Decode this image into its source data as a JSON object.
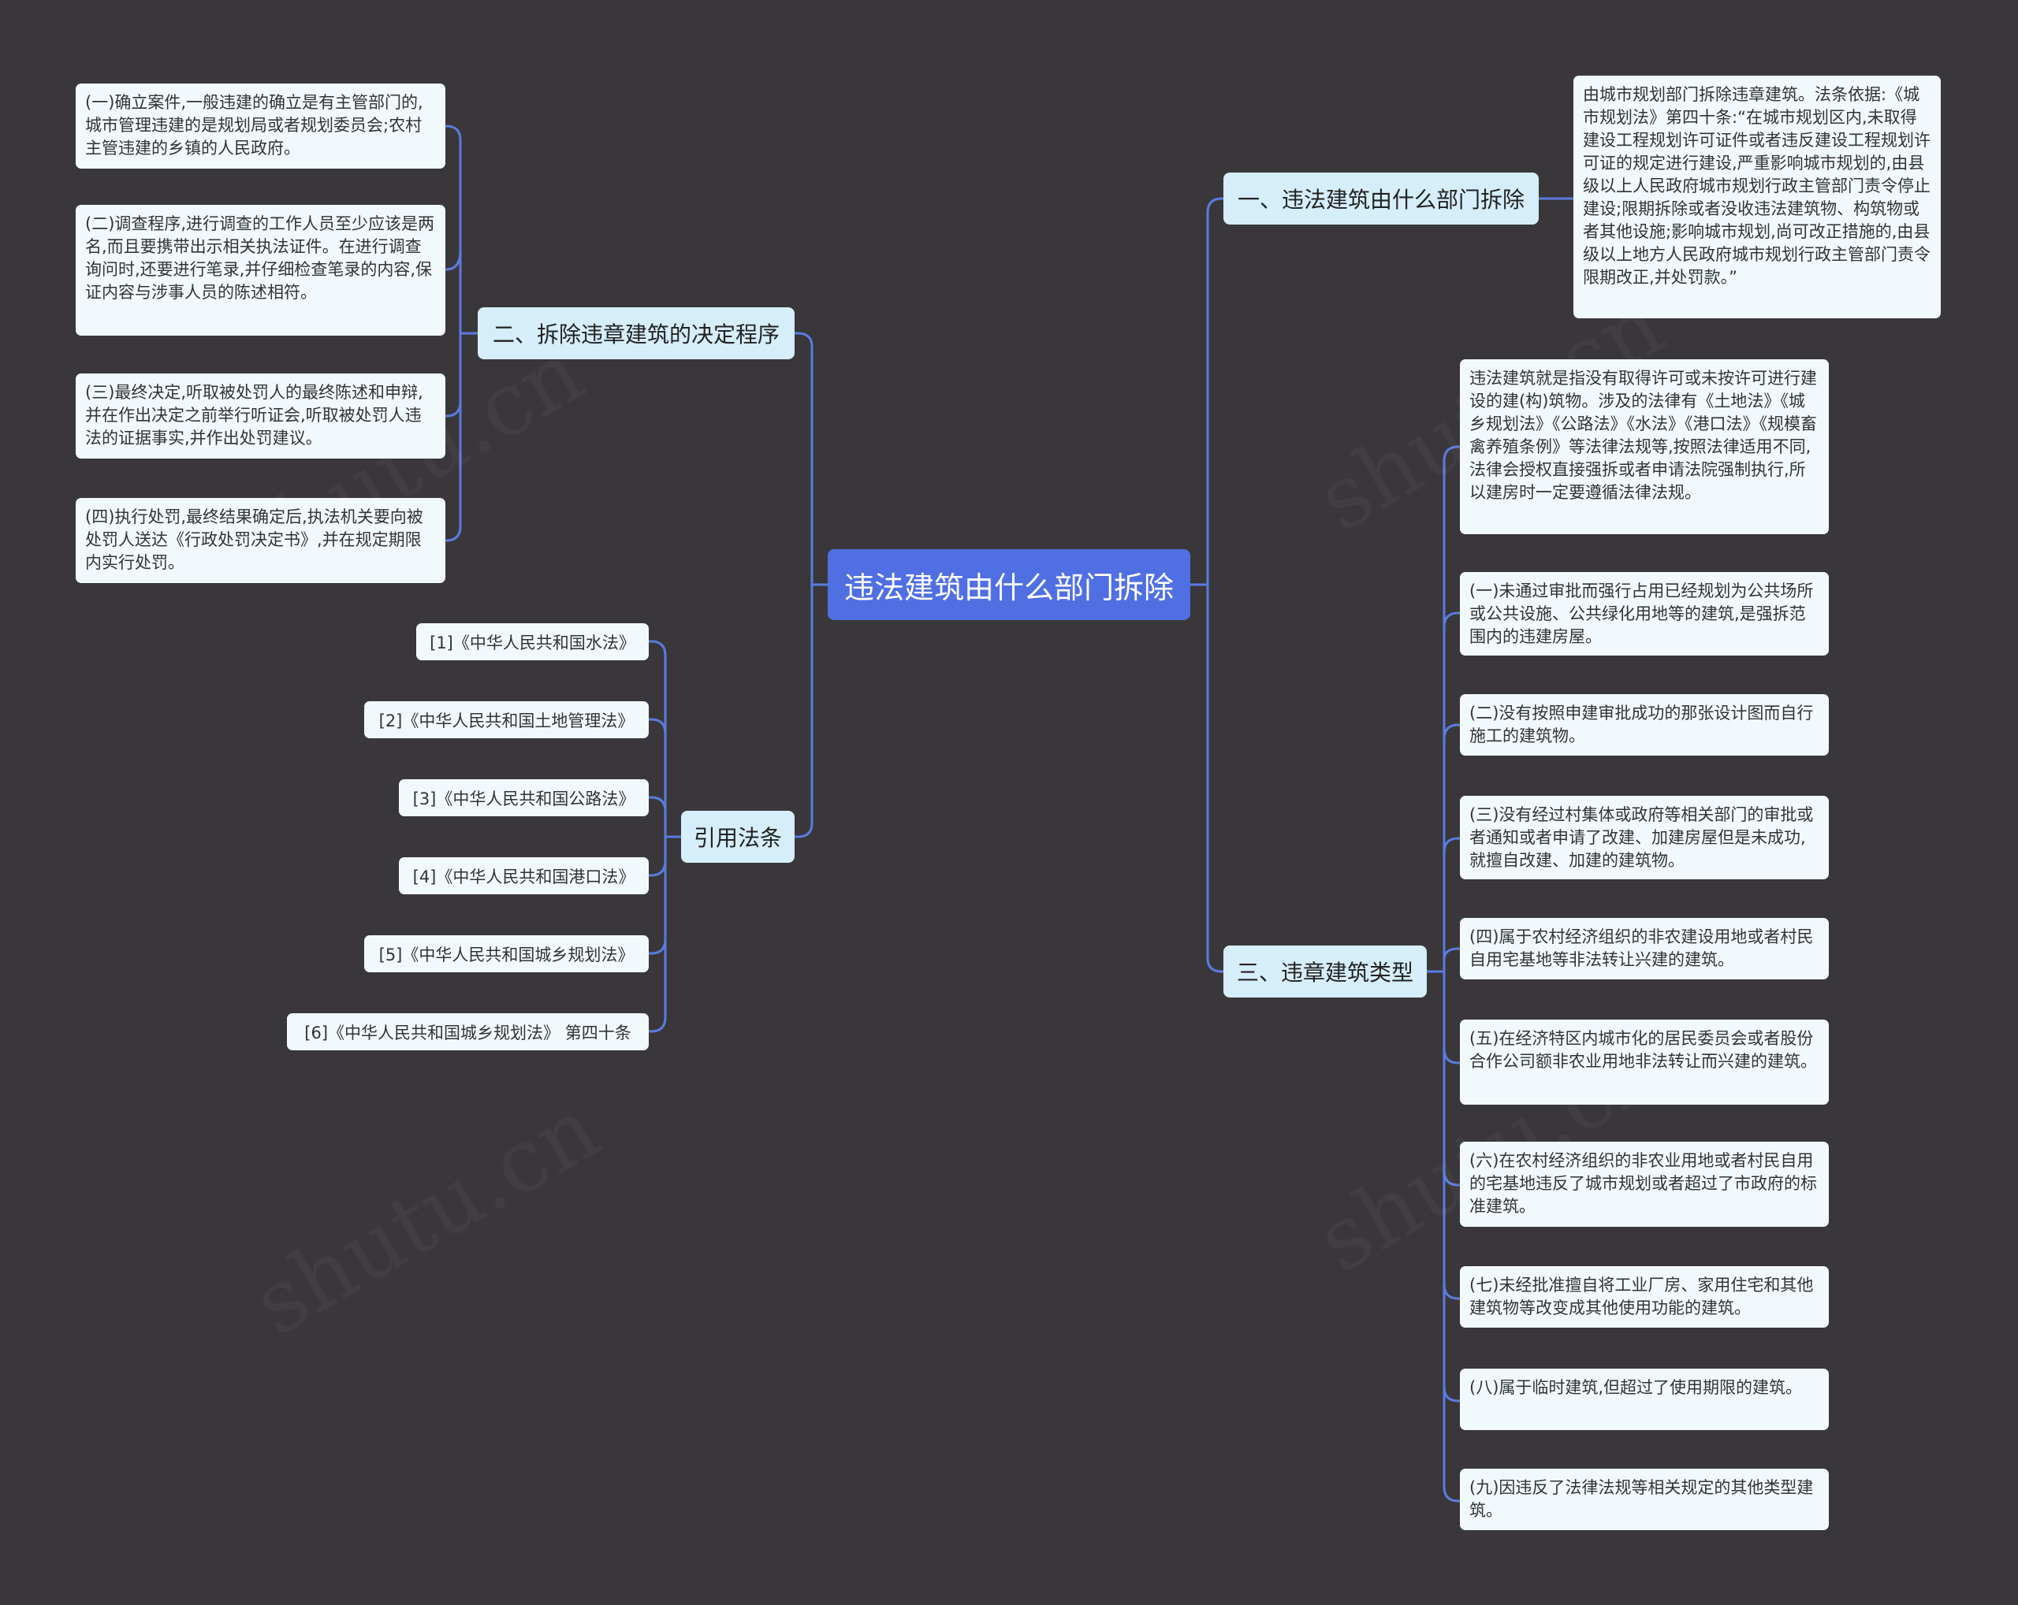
{
  "root": {
    "label": "违法建筑由什么部门拆除"
  },
  "branches": {
    "b1": {
      "label": "一、违法建筑由什么部门拆除"
    },
    "b2": {
      "label": "二、拆除违章建筑的决定程序"
    },
    "b3": {
      "label": "三、违章建筑类型"
    },
    "b4": {
      "label": "引用法条"
    }
  },
  "b1_children": [
    "由城市规划部门拆除违章建筑。法条依据:《城市规划法》第四十条:“在城市规划区内,未取得建设工程规划许可证件或者违反建设工程规划许可证的规定进行建设,严重影响城市规划的,由县级以上人民政府城市规划行政主管部门责令停止建设;限期拆除或者没收违法建筑物、构筑物或者其他设施;影响城市规划,尚可改正措施的,由县级以上地方人民政府城市规划行政主管部门责令限期改正,并处罚款。”"
  ],
  "b2_children": [
    "(一)确立案件,一般违建的确立是有主管部门的,城市管理违建的是规划局或者规划委员会;农村主管违建的乡镇的人民政府。",
    "(二)调查程序,进行调查的工作人员至少应该是两名,而且要携带出示相关执法证件。在进行调查询问时,还要进行笔录,并仔细检查笔录的内容,保证内容与涉事人员的陈述相符。",
    "(三)最终决定,听取被处罚人的最终陈述和申辩,并在作出决定之前举行听证会,听取被处罚人违法的证据事实,并作出处罚建议。",
    "(四)执行处罚,最终结果确定后,执法机关要向被处罚人送达《行政处罚决定书》,并在规定期限内实行处罚。"
  ],
  "b3_children": [
    "违法建筑就是指没有取得许可或未按许可进行建设的建(构)筑物。涉及的法律有《土地法》《城乡规划法》《公路法》《水法》《港口法》《规模畜禽养殖条例》等法律法规等,按照法律适用不同,法律会授权直接强拆或者申请法院强制执行,所以建房时一定要遵循法律法规。",
    "(一)未通过审批而强行占用已经规划为公共场所或公共设施、公共绿化用地等的建筑,是强拆范围内的违建房屋。",
    "(二)没有按照申建审批成功的那张设计图而自行施工的建筑物。",
    "(三)没有经过村集体或政府等相关部门的审批或者通知或者申请了改建、加建房屋但是未成功,就擅自改建、加建的建筑物。",
    "(四)属于农村经济组织的非农建设用地或者村民自用宅基地等非法转让兴建的建筑。",
    "(五)在经济特区内城市化的居民委员会或者股份合作公司额非农业用地非法转让而兴建的建筑。",
    "(六)在农村经济组织的非农业用地或者村民自用的宅基地违反了城市规划或者超过了市政府的标准建筑。",
    "(七)未经批准擅自将工业厂房、家用住宅和其他建筑物等改变成其他使用功能的建筑。",
    "(八)属于临时建筑,但超过了使用期限的建筑。",
    "(九)因违反了法律法规等相关规定的其他类型建筑。"
  ],
  "b4_children": [
    "[1]《中华人民共和国水法》",
    "[2]《中华人民共和国土地管理法》",
    "[3]《中华人民共和国公路法》",
    "[4]《中华人民共和国港口法》",
    "[5]《中华人民共和国城乡规划法》",
    "[6]《中华人民共和国城乡规划法》 第四十条"
  ],
  "colors": {
    "background": "#39373a",
    "root": "#4f6fe3",
    "branch": "#d6eefa",
    "leaf": "#f1f9fd",
    "line": "#5b7be0"
  }
}
